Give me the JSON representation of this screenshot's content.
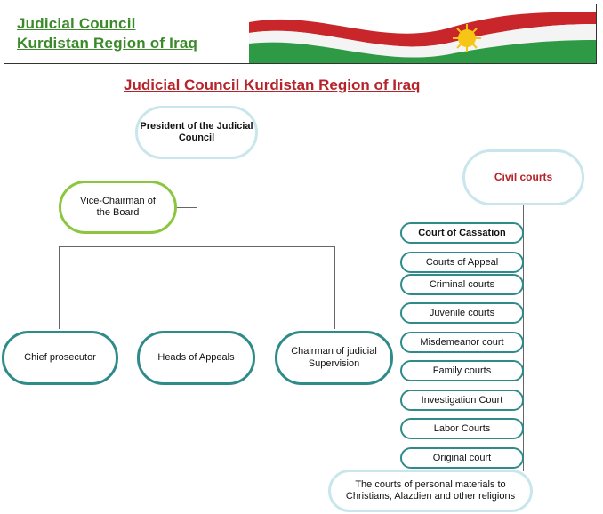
{
  "header": {
    "line1": "Judicial Council",
    "line2": "Kurdistan Region of Iraq",
    "flag_colors": {
      "red": "#c8262a",
      "white": "#ffffff",
      "green": "#2e9a45",
      "sun": "#f7c516"
    }
  },
  "title": "Judicial Council Kurdistan Region of Iraq",
  "nodes": {
    "president": "President of the Judicial Council",
    "vice_chairman": "Vice-Chairman of the Board",
    "chief_prosecutor": "Chief prosecutor",
    "heads_of_appeals": "Heads of Appeals",
    "chairman_supervision": "Chairman of judicial Supervision",
    "civil_courts": "Civil courts"
  },
  "courts": [
    "Court of Cassation",
    "Courts of Appeal",
    "Criminal courts",
    "Juvenile courts",
    "Misdemeanor court",
    "Family courts",
    "Investigation Court",
    "Labor Courts",
    "Original court"
  ],
  "personal_courts": "The courts of personal materials to Christians, Alazdien and other religions",
  "colors": {
    "teal": "#2e8b8a",
    "light_blue": "#c9e6ec",
    "green": "#8cc63f",
    "title_red": "#b5242a",
    "header_green": "#3a8a2a"
  }
}
